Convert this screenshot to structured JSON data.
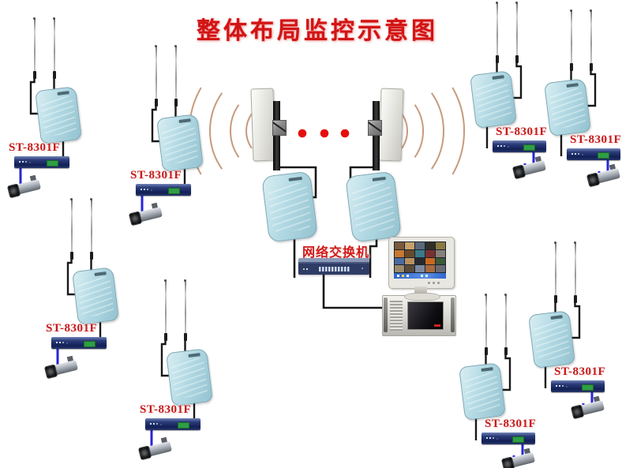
{
  "title": "整体布局监控示意图",
  "center": {
    "switch_label": "网络交换机",
    "ellipsis_dots": 3
  },
  "units": [
    {
      "id": "left-top",
      "label": "ST-8301F"
    },
    {
      "id": "left-mid-upper",
      "label": "ST-8301F"
    },
    {
      "id": "left-mid-lower",
      "label": "ST-8301F"
    },
    {
      "id": "left-bottom",
      "label": "ST-8301F"
    },
    {
      "id": "right-top-inner",
      "label": "ST-8301F"
    },
    {
      "id": "right-top-outer",
      "label": "ST-8301F"
    },
    {
      "id": "right-bottom-upper",
      "label": "ST-8301F"
    },
    {
      "id": "right-bottom-lower",
      "label": "ST-8301F"
    }
  ],
  "monitor": {
    "feed_colors": [
      "#7a5a3a",
      "#c8a06a",
      "#5a6a7a",
      "#303028",
      "#8a7a40",
      "#c87830",
      "#6a4a2a",
      "#3a7a8a",
      "#7a3030",
      "#888078",
      "#4a6aa0",
      "#b89060",
      "#282830",
      "#c86820",
      "#3a5a3a",
      "#9a8a6a",
      "#5a4a3a",
      "#7a8aa0",
      "#a86a40",
      "#6a6a72"
    ]
  },
  "colors": {
    "title_red": "#d21414",
    "model_label_red": "#c51a1a",
    "switch_label_red": "#d01818",
    "panel_blue": "#a9d3de",
    "wave_tan": "#c89a7e",
    "cable_black": "#181818",
    "cable_blue": "#2726d8",
    "switch_body": "#2e3c66",
    "ellipsis_dot_red": "#e60d0d"
  }
}
